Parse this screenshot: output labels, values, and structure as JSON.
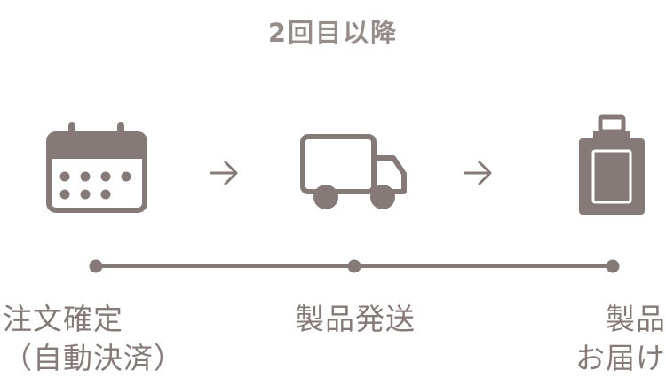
{
  "title": "2回目以降",
  "colors": {
    "icon": "#857a77",
    "accent_white": "#ffffff",
    "text": "#857a77"
  },
  "steps": [
    {
      "icon": "calendar-icon",
      "label_lines": [
        "注文確定",
        "（自動決済）"
      ]
    },
    {
      "icon": "truck-icon",
      "label_lines": [
        "製品発送"
      ]
    },
    {
      "icon": "bottle-icon",
      "label_lines": [
        "製品",
        "お届け"
      ]
    }
  ],
  "arrows": [
    "→",
    "→"
  ]
}
